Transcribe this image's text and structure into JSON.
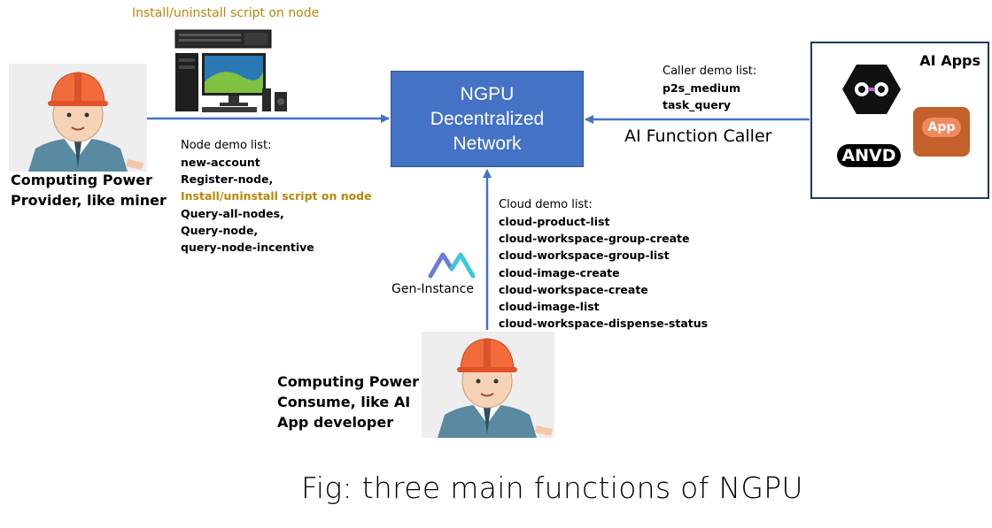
{
  "center": {
    "lines": [
      "NGPU",
      "Decentralized",
      "Network"
    ]
  },
  "server_caption": "Install/uninstall script on node",
  "provider": {
    "lines": [
      "Computing Power",
      "Provider, like miner"
    ]
  },
  "consumer": {
    "lines": [
      "Computing Power",
      "Consume, like AI",
      "App developer"
    ]
  },
  "node_list": {
    "title": "Node demo  list:",
    "items": [
      {
        "text": "new-account",
        "highlight": false
      },
      {
        "text": "Register-node,",
        "highlight": false
      },
      {
        "text": "Install/uninstall script on node",
        "highlight": true
      },
      {
        "text": "Query-all-nodes,",
        "highlight": false
      },
      {
        "text": "Query-node,",
        "highlight": false
      },
      {
        "text": "query-node-incentive",
        "highlight": false
      }
    ]
  },
  "caller_list": {
    "title": "Caller demo list:",
    "items": [
      "p2s_medium",
      "task_query"
    ],
    "arrow_label": "AI Function Caller"
  },
  "cloud_list": {
    "title": "Cloud demo list:",
    "items": [
      "cloud-product-list",
      "cloud-workspace-group-create",
      "cloud-workspace-group-list",
      "cloud-image-create",
      "cloud-workspace-create",
      "cloud-image-list",
      "cloud-workspace-dispense-status"
    ]
  },
  "gen_instance": {
    "label": "Gen-Instance"
  },
  "ai_apps": {
    "title": "AI Apps",
    "anvd_label": "ANVD",
    "app_badge": "App"
  },
  "caption": "Fig:  three main functions of NGPU",
  "colors": {
    "box_blue": "#4472c4",
    "arrow_blue": "#4472c4",
    "gold": "#b8860b",
    "apps_border": "#1f3864"
  }
}
